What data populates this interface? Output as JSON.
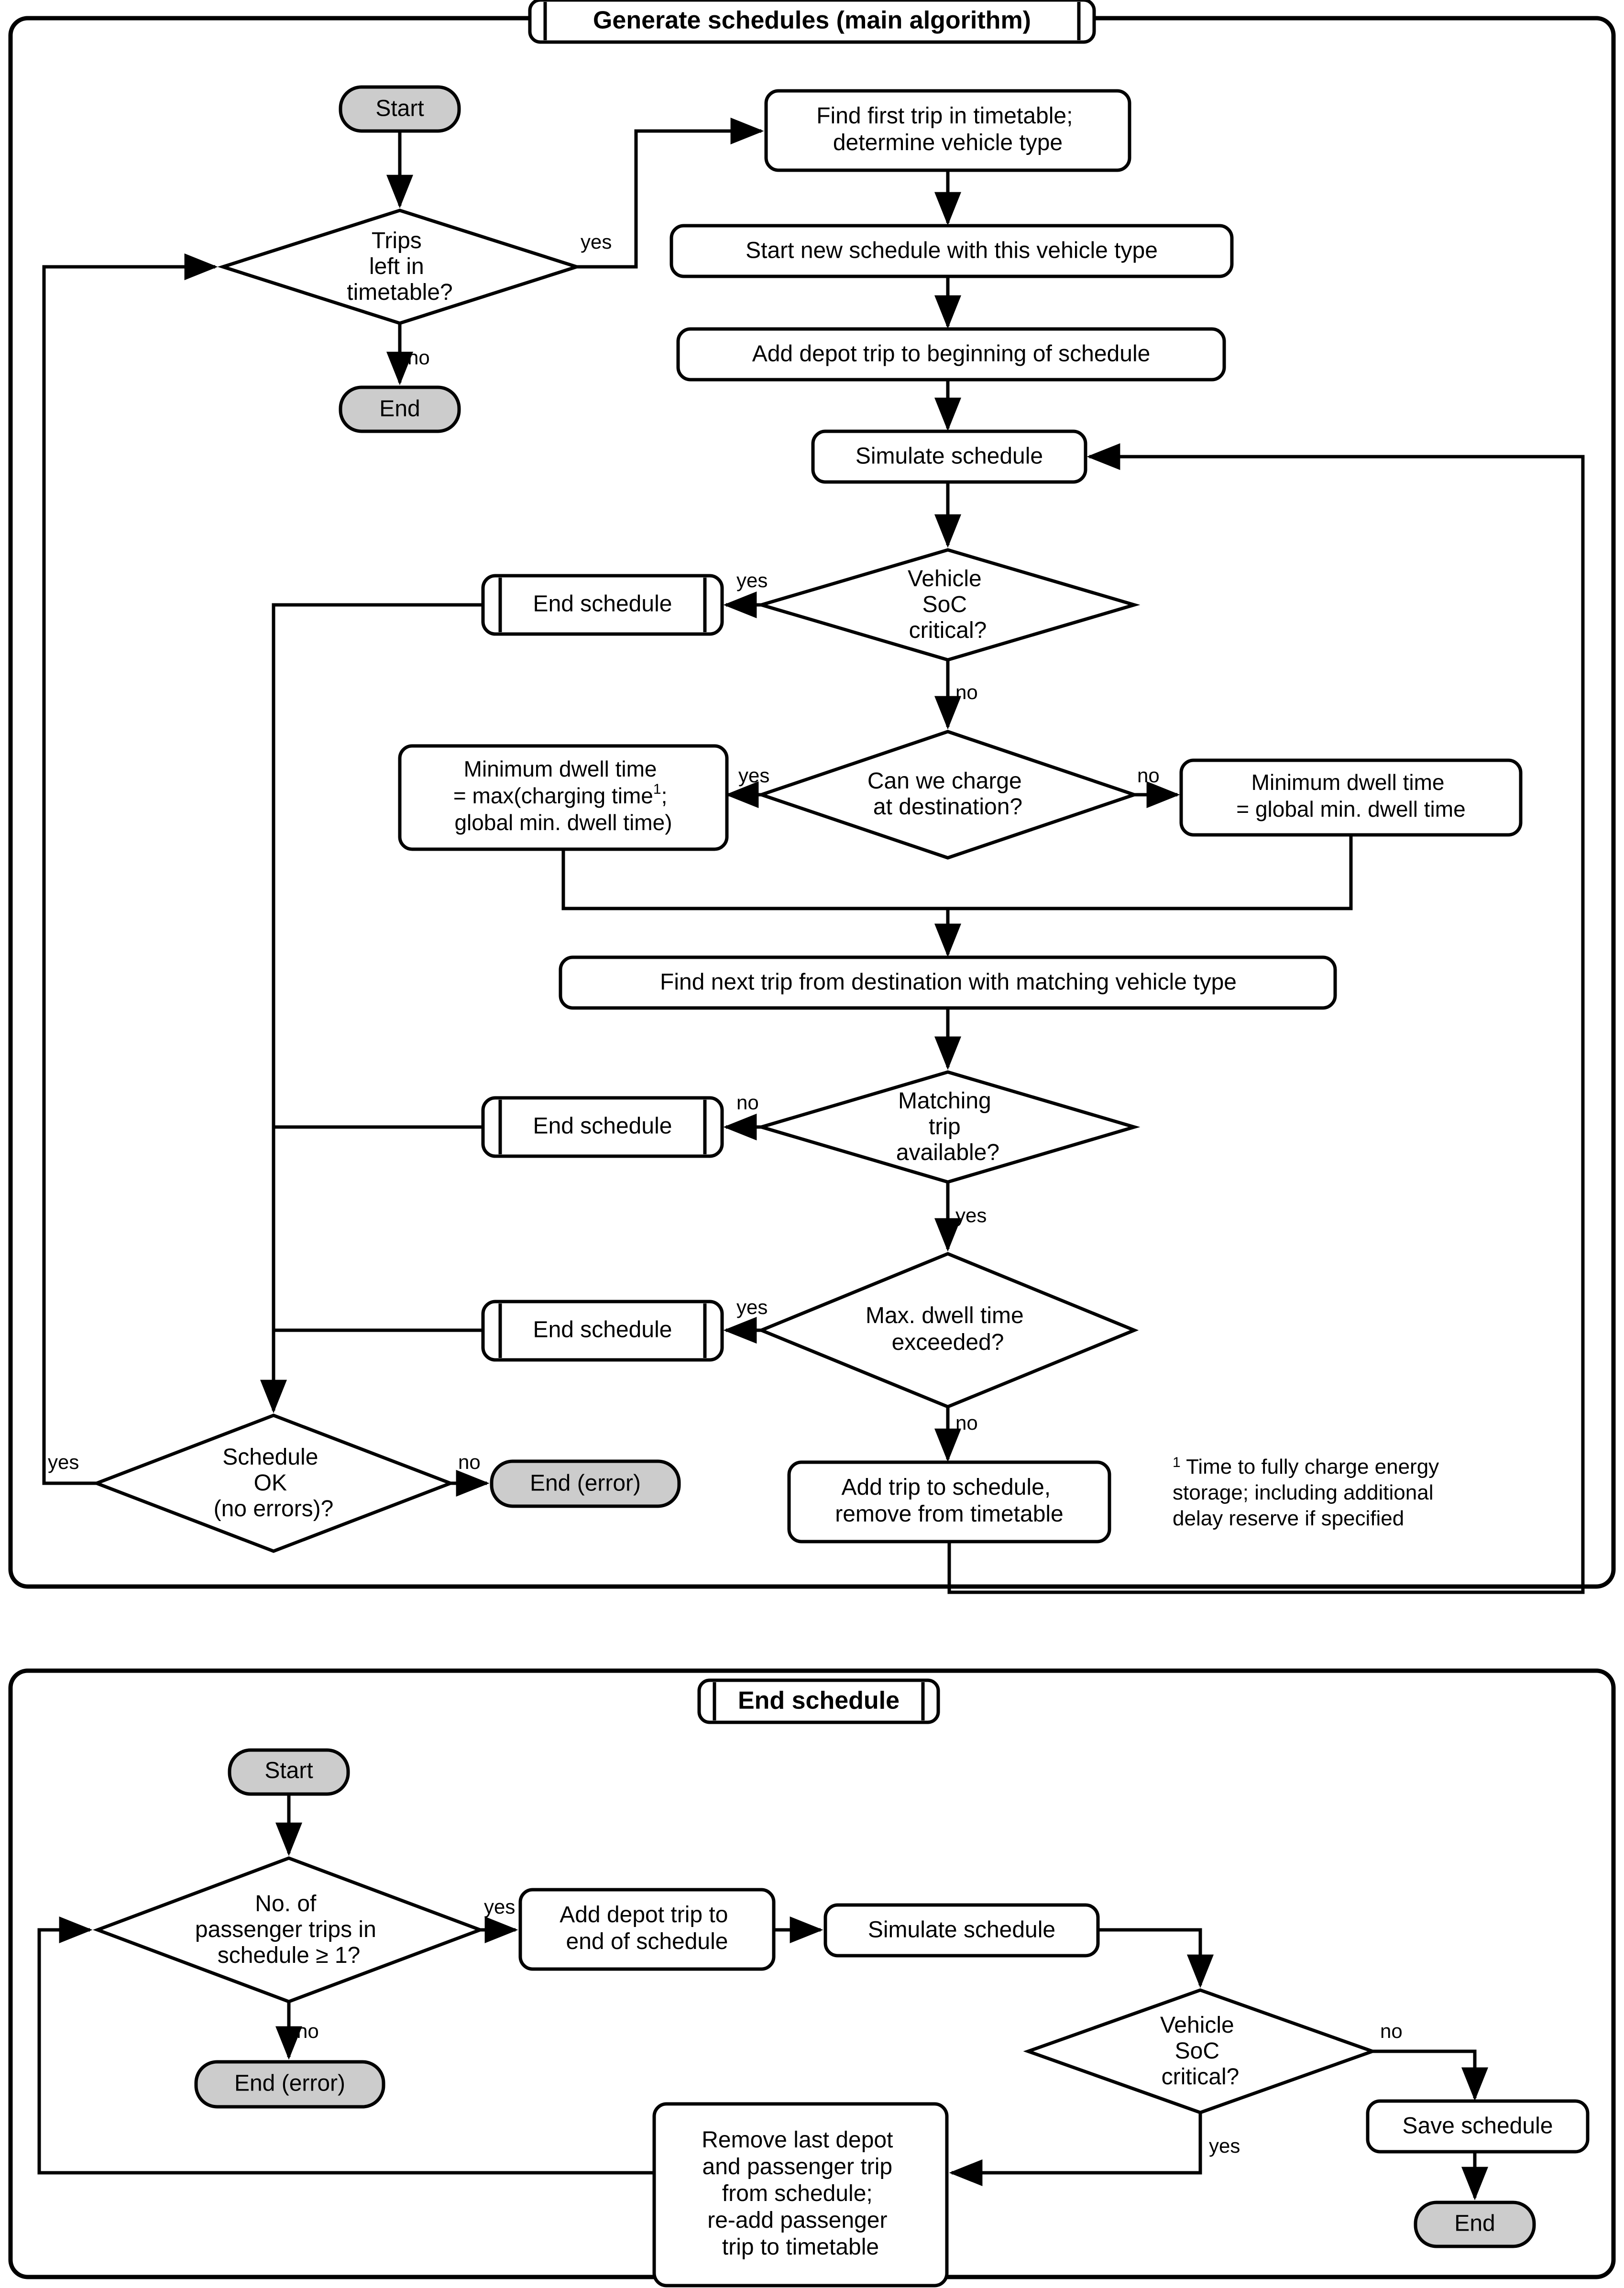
{
  "diagram": {
    "type": "flowchart",
    "colors": {
      "terminator_fill": "#cccccc",
      "process_fill": "#ffffff",
      "stroke": "#000000"
    },
    "panels": [
      {
        "id": "main",
        "title": "Generate schedules (main algorithm)",
        "footnote": "Time to fully charge energy storage; including additional delay reserve if specified",
        "footnote_marker": "1",
        "nodes": [
          {
            "id": "m_start",
            "shape": "terminator",
            "label": "Start"
          },
          {
            "id": "m_trips",
            "shape": "decision",
            "label": "Trips\nleft in\ntimetable?"
          },
          {
            "id": "m_end",
            "shape": "terminator",
            "label": "End"
          },
          {
            "id": "m_find_first",
            "shape": "process",
            "label": "Find first trip in timetable;\ndetermine vehicle type"
          },
          {
            "id": "m_start_new",
            "shape": "process",
            "label": "Start new schedule with this vehicle type"
          },
          {
            "id": "m_add_depot",
            "shape": "process",
            "label": "Add depot trip to beginning of schedule"
          },
          {
            "id": "m_simulate",
            "shape": "process",
            "label": "Simulate schedule"
          },
          {
            "id": "m_soc",
            "shape": "decision",
            "label": "Vehicle\nSoC\ncritical?"
          },
          {
            "id": "m_endsch1",
            "shape": "subroutine",
            "label": "End schedule"
          },
          {
            "id": "m_charge",
            "shape": "decision",
            "label": "Can we charge\nat destination?"
          },
          {
            "id": "m_mdt_max",
            "shape": "process",
            "label": "Minimum dwell time\n= max(charging time¹;\nglobal min. dwell time)"
          },
          {
            "id": "m_mdt_glob",
            "shape": "process",
            "label": "Minimum dwell time\n= global min. dwell time"
          },
          {
            "id": "m_find_next",
            "shape": "process",
            "label": "Find next trip from destination with matching vehicle type"
          },
          {
            "id": "m_match",
            "shape": "decision",
            "label": "Matching\ntrip\navailable?"
          },
          {
            "id": "m_endsch2",
            "shape": "subroutine",
            "label": "End schedule"
          },
          {
            "id": "m_maxdwell",
            "shape": "decision",
            "label": "Max. dwell time\nexceeded?"
          },
          {
            "id": "m_endsch3",
            "shape": "subroutine",
            "label": "End schedule"
          },
          {
            "id": "m_addtrip",
            "shape": "process",
            "label": "Add trip to schedule,\nremove from timetable"
          },
          {
            "id": "m_schedok",
            "shape": "decision",
            "label": "Schedule\nOK\n(no errors)?"
          },
          {
            "id": "m_enderr",
            "shape": "terminator",
            "label": "End (error)"
          }
        ],
        "edge_labels": {
          "trips_yes": "yes",
          "trips_no": "no",
          "soc_yes": "yes",
          "soc_no": "no",
          "charge_yes": "yes",
          "charge_no": "no",
          "match_no": "no",
          "match_yes": "yes",
          "maxdwell_yes": "yes",
          "maxdwell_no": "no",
          "schedok_yes": "yes",
          "schedok_no": "no"
        }
      },
      {
        "id": "endsched",
        "title": "End schedule",
        "nodes": [
          {
            "id": "e_start",
            "shape": "terminator",
            "label": "Start"
          },
          {
            "id": "e_noptrips",
            "shape": "decision",
            "label": "No. of\npassenger trips in\nschedule ≥ 1?"
          },
          {
            "id": "e_enderr",
            "shape": "terminator",
            "label": "End (error)"
          },
          {
            "id": "e_adddepot",
            "shape": "process",
            "label": "Add depot trip to\nend of schedule"
          },
          {
            "id": "e_simulate",
            "shape": "process",
            "label": "Simulate schedule"
          },
          {
            "id": "e_soc",
            "shape": "decision",
            "label": "Vehicle\nSoC\ncritical?"
          },
          {
            "id": "e_save",
            "shape": "process",
            "label": "Save schedule"
          },
          {
            "id": "e_end",
            "shape": "terminator",
            "label": "End"
          },
          {
            "id": "e_remove",
            "shape": "process",
            "label": "Remove last depot\nand passenger trip\nfrom schedule;\nre-add passenger\ntrip to timetable"
          }
        ],
        "edge_labels": {
          "noptrips_yes": "yes",
          "noptrips_no": "no",
          "soc_no": "no",
          "soc_yes": "yes"
        }
      }
    ]
  }
}
